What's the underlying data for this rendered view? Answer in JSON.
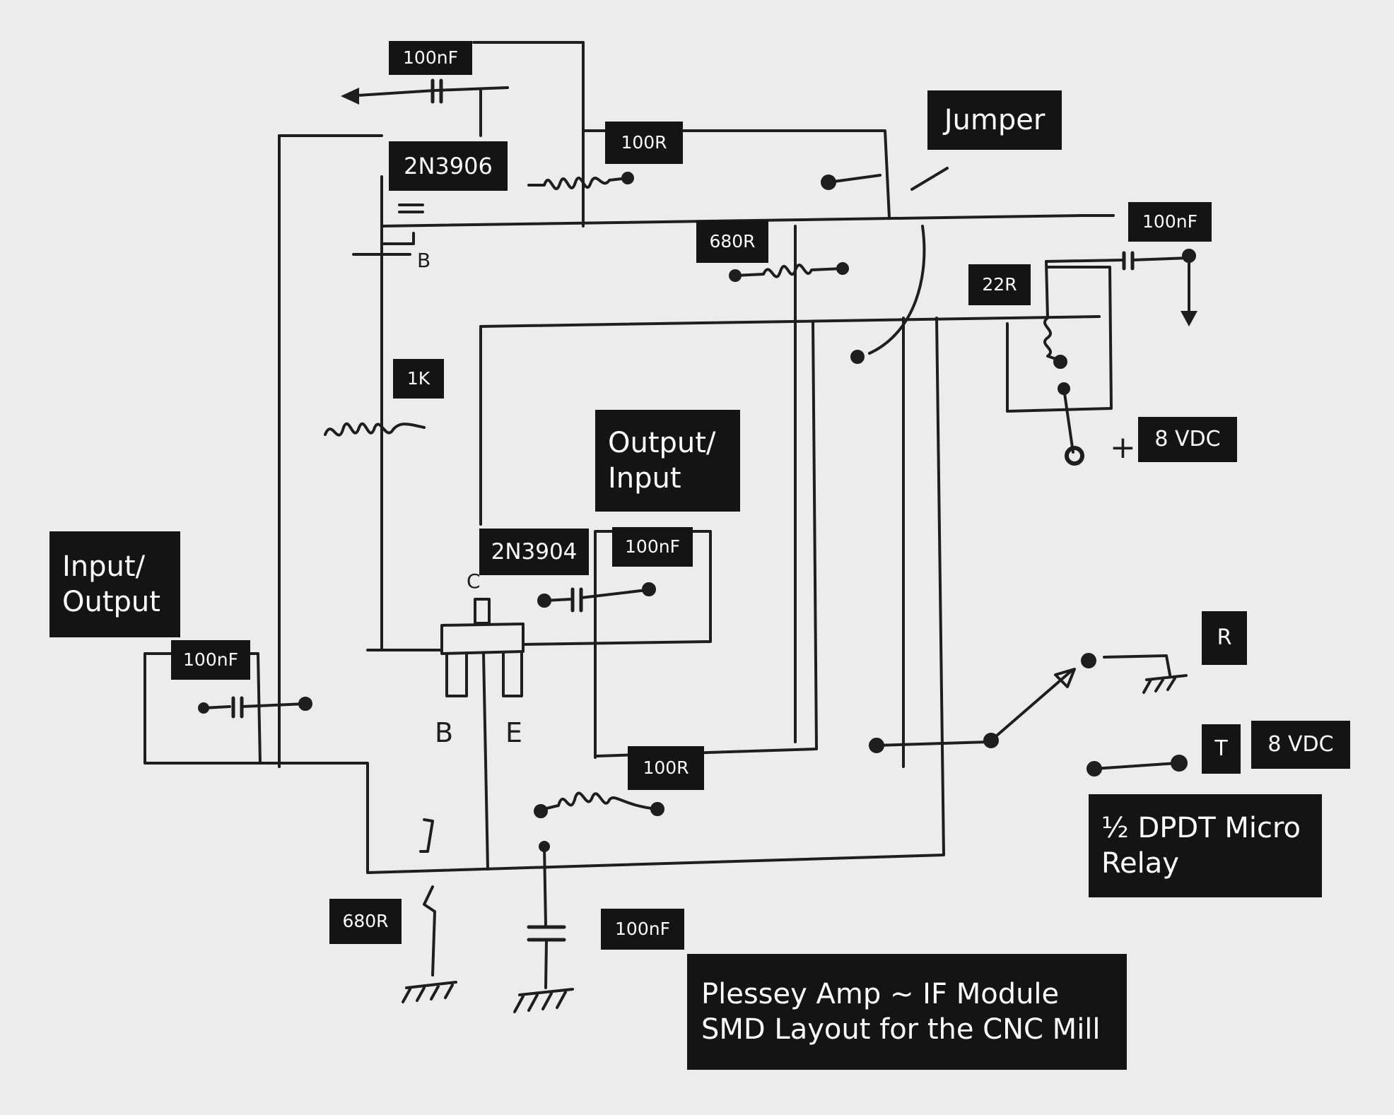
{
  "title": {
    "line1": "Plessey Amp ~ IF Module",
    "line2": "SMD Layout for the CNC Mill"
  },
  "labels": {
    "cap_top": "100nF",
    "q_top": "2N3906",
    "r_top": "100R",
    "jumper": "Jumper",
    "cap_right": "100nF",
    "r_680_top": "680R",
    "r_22": "22R",
    "r_1k": "1K",
    "output_input": [
      "Output/",
      "Input"
    ],
    "vdc_top": "8 VDC",
    "q_mid": "2N3904",
    "cap_mid": "100nF",
    "input_output": [
      "Input/",
      "Output"
    ],
    "cap_left": "100nF",
    "r_100_bottom": "100R",
    "relay_r": "R",
    "relay_t": "T",
    "vdc_relay": "8 VDC",
    "relay": [
      "½ DPDT Micro",
      "Relay"
    ],
    "r_680_bottom": "680R",
    "cap_bottom": "100nF"
  },
  "pin_marks": {
    "b_top": "B",
    "c_mid": "C",
    "b_bottom": "B",
    "e_bottom": "E",
    "plus": "+"
  },
  "colors": {
    "paper": "#ececec",
    "ink": "#1e1e1e",
    "label_bg": "#141414",
    "label_text": "#ffffff"
  }
}
